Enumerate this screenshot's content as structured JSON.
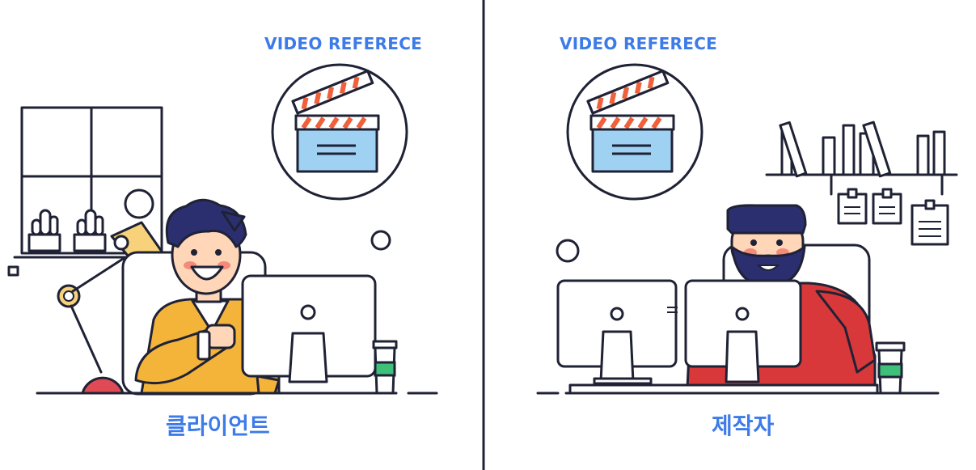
{
  "left_panel": {
    "heading": "VIDEO REFERECE",
    "caption": "클라이언트"
  },
  "right_panel": {
    "heading": "VIDEO REFERECE",
    "caption": "제작자"
  },
  "colors": {
    "heading_blue": "#3d7be8",
    "outline": "#1f2235",
    "clap_red": "#f0603a",
    "clap_blue": "#9fd2f2",
    "shirt_yellow": "#f4b43a",
    "shirt_red": "#d9383a",
    "hair_navy": "#2b2f70",
    "skin": "#ffd6b8",
    "cup_green": "#3ec07a",
    "lamp_yellow": "#f7d27a",
    "divider": "#1f2235"
  }
}
